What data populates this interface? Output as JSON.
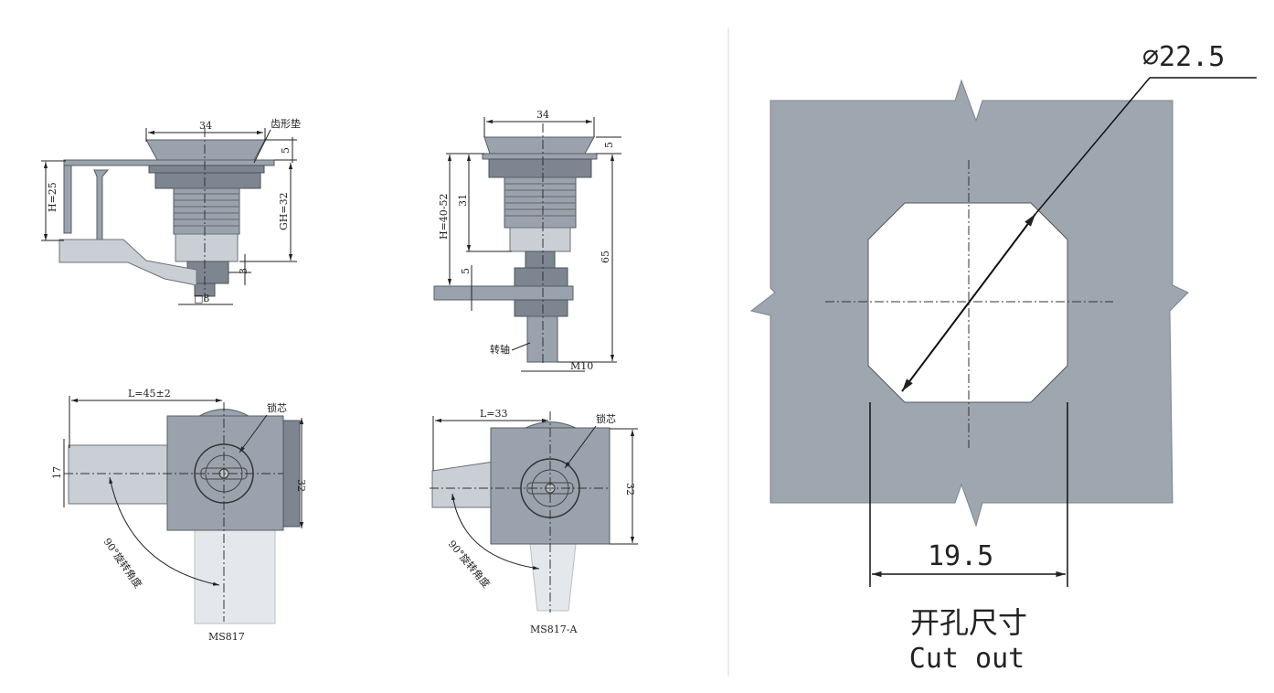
{
  "colors": {
    "plate": "#9ea7b0",
    "part": "#9aa3ad",
    "line": "#222222"
  },
  "views": {
    "side_a": {
      "width": "34",
      "washer_label": "齿形垫",
      "flange": "5",
      "height": "H=25",
      "grip": "GH=32",
      "step": "3",
      "square": "□8"
    },
    "side_b": {
      "width": "34",
      "flange": "5",
      "height": "H=40-52",
      "body": "31",
      "total": "65",
      "cam": "5",
      "shaft_label": "转轴",
      "thread": "M10"
    },
    "front_a": {
      "length": "L=45±2",
      "core_label": "锁芯",
      "cam_width": "17",
      "body": "32",
      "rotation": "90°旋转角度",
      "model": "MS817"
    },
    "front_b": {
      "length": "L=33",
      "core_label": "锁芯",
      "body": "32",
      "rotation": "90°旋转角度",
      "model": "MS817-A"
    }
  },
  "cutout": {
    "diameter": "∅22.5",
    "flat": "19.5",
    "title_cn": "开孔尺寸",
    "title_en": "Cut out"
  }
}
